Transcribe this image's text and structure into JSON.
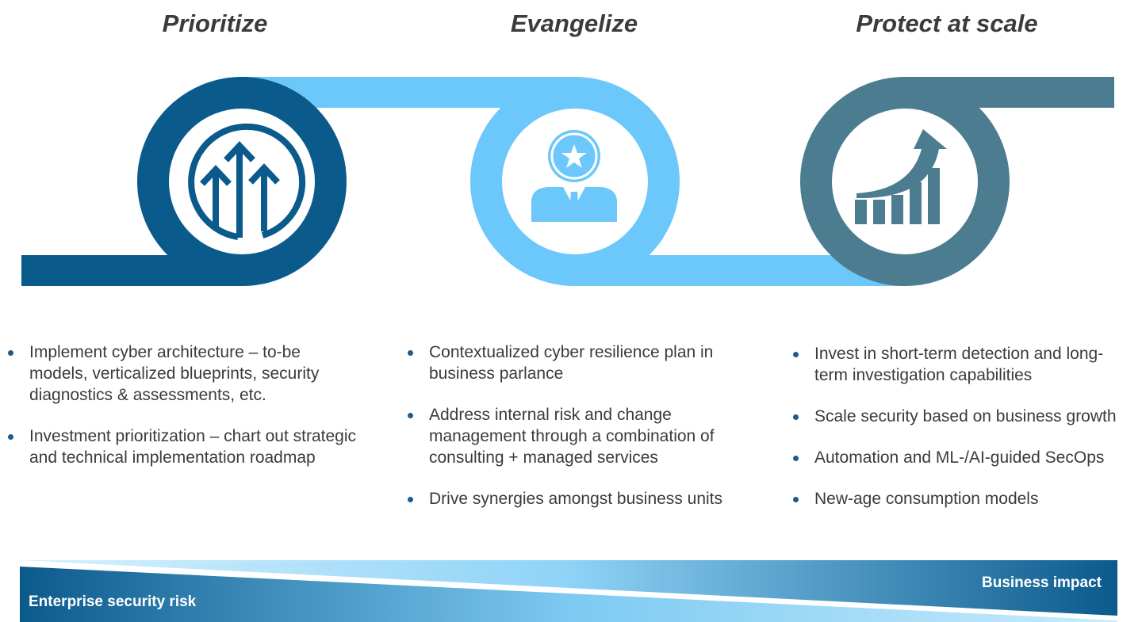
{
  "stages": [
    {
      "title": "Prioritize",
      "icon": "three-up-arrows-icon",
      "color": "#0b5a8c",
      "bullets": [
        "Implement  cyber architecture – to-be models, verticalized blueprints, security diagnostics & assessments, etc.",
        "Investment prioritization – chart out strategic and technical implementation roadmap"
      ]
    },
    {
      "title": "Evangelize",
      "icon": "person-badge-icon",
      "color": "#6cc7fa",
      "bullets": [
        "Contextualized cyber resilience plan in business parlance",
        "Address internal risk and change management through a combination of consulting + managed services",
        "Drive synergies amongst business units"
      ]
    },
    {
      "title": "Protect at scale",
      "icon": "growth-chart-icon",
      "color": "#4c7c8f",
      "bullets": [
        "Invest in short-term detection and long-term investigation capabilities",
        "Scale security based on business growth",
        "Automation and ML-/AI-guided SecOps",
        "New-age consumption models"
      ]
    }
  ],
  "banner": {
    "left_label": "Enterprise security risk",
    "right_label": "Business impact",
    "dark_color": "#0b5a8c",
    "light_color": "#b9e6fc"
  }
}
